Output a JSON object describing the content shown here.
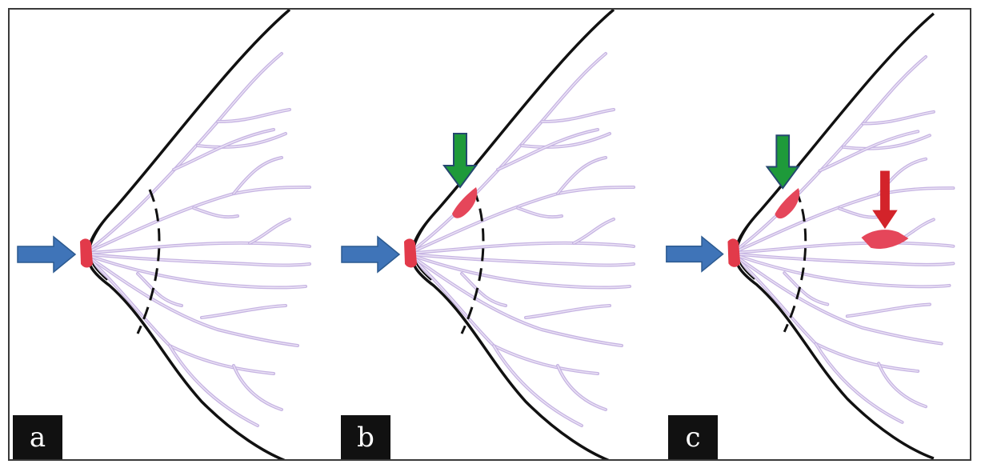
{
  "panels": [
    {
      "label": "a",
      "red_arrows": 0,
      "green_arrow": false,
      "lesions": []
    },
    {
      "label": "b",
      "red_arrows": 0,
      "green_arrow": true,
      "lesions": [
        "subareolar"
      ]
    },
    {
      "label": "c",
      "red_arrows": 1,
      "green_arrow": true,
      "lesions": [
        "subareolar",
        "deep"
      ]
    }
  ],
  "colors": {
    "duct": "#c6b4e2",
    "duct_inner": "#ece4f6",
    "outline": "#111111",
    "nipple": "#e23a4a",
    "lesion": "#e5465a",
    "blue_arrow": "#3f74b8",
    "green_arrow": "#1e9a3a",
    "red_arrow": "#d3232a",
    "label_bg": "#111111",
    "label_text": "#ffffff"
  }
}
